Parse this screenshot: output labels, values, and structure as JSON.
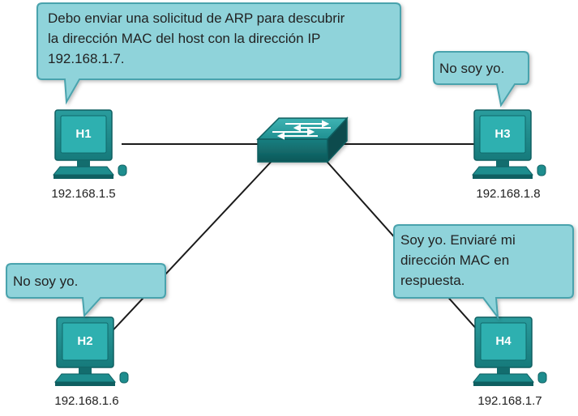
{
  "colors": {
    "bubble_fill": "#8fd3da",
    "bubble_stroke": "#4aa3ad",
    "device_teal": "#1d8c8c",
    "device_dark": "#0f5f61",
    "screen": "#2aa7a7",
    "link": "#1a1a1a",
    "text": "#222222",
    "label_white": "#ffffff"
  },
  "switch": {
    "icon": "switch-icon"
  },
  "hosts": [
    {
      "id": "H1",
      "ip": "192.168.1.5",
      "icon": "computer-icon"
    },
    {
      "id": "H2",
      "ip": "192.168.1.6",
      "icon": "computer-icon"
    },
    {
      "id": "H3",
      "ip": "192.168.1.8",
      "icon": "computer-icon"
    },
    {
      "id": "H4",
      "ip": "192.168.1.7",
      "icon": "computer-icon"
    }
  ],
  "bubbles": {
    "h1": [
      "Debo enviar una solicitud de ARP para descubrir",
      "la dirección MAC del host con la dirección IP",
      "192.168.1.7."
    ],
    "h2": [
      "No soy yo."
    ],
    "h3": [
      "No soy yo."
    ],
    "h4": [
      "Soy yo. Enviaré mi",
      "dirección MAC en",
      "respuesta."
    ]
  }
}
